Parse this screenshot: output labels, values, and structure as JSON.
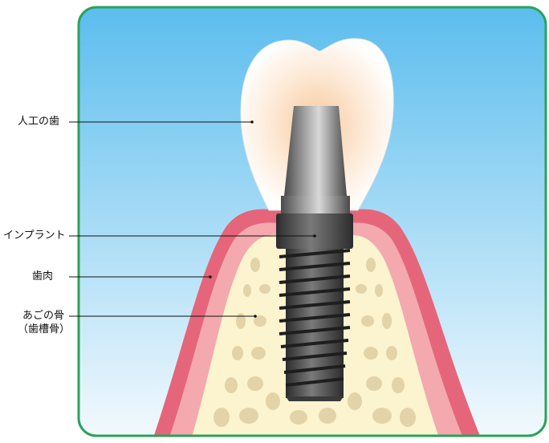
{
  "labels": {
    "crown": "人工の歯",
    "implant": "インプラント",
    "gum": "歯肉",
    "bone": "あごの骨",
    "bone_sub": "（歯槽骨）"
  },
  "icons": [
    "tooth-crown",
    "implant-abutment",
    "implant-screw",
    "gum-tissue",
    "jaw-bone"
  ],
  "colors": {
    "frame_border": "#2aa35a",
    "sky_top": "#5bbdee",
    "sky_bottom": "#f2f9fd",
    "gum_outer": "#e5667a",
    "gum_inner": "#f4a9ae",
    "bone_fill": "#fbf4cf",
    "bone_spot": "#e3d3a8",
    "metal": "#6c6c6c"
  }
}
